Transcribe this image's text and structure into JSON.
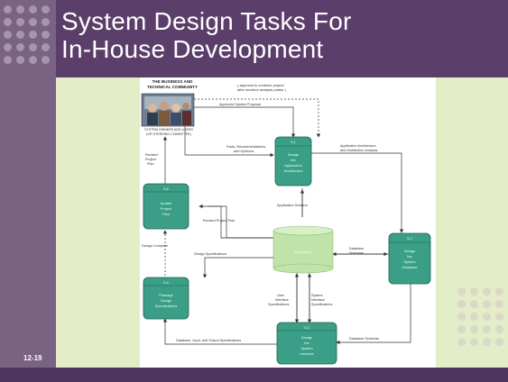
{
  "slide": {
    "title_line1": "System Design Tasks For",
    "title_line2": "In-House Development",
    "number": "12-19"
  },
  "diagram": {
    "community_title_line1": "THE BUSINESS AND",
    "community_title_line2": "TECHNICAL COMMUNITY",
    "community_caption_line1": "SYSTEM OWNERS AND USERS",
    "community_caption_line2": "(OR STEERING COMMITTEE)",
    "approval_note_line1": "( approval to continue project",
    "approval_note_line2": "after decision analysis phase )",
    "flows": {
      "approved_proposal": "Approved System Proposal",
      "facts_line1": "Facts, Recommendations,",
      "facts_line2": "and Opinions",
      "app_arch_line1": "Application Architecture",
      "app_arch_line2": "and Distribution Analysis",
      "revised_plan_line1": "Revised",
      "revised_plan_line2": "Project",
      "revised_plan_line3": "Plan",
      "revised_project_plan": "Revised Project Plan",
      "app_schema": "Application Schema",
      "design_complete": "Design Complete",
      "design_specs": "Design Specifications",
      "db_schemas_line1": "Database",
      "db_schemas_line2": "Schemas",
      "user_iface_line1": "User",
      "user_iface_line2": "Interface",
      "user_iface_line3": "Specifications",
      "sys_iface_line1": "System",
      "sys_iface_line2": "Interface",
      "sys_iface_line3": "Specifications",
      "db_io_specs": "Database, Input, and Output Specifications",
      "db_schemas_bottom": "Database Schemas"
    },
    "tasks": {
      "t1": {
        "id": "5.1",
        "line1": "Design",
        "line2": "the",
        "line3": "Application",
        "line4": "Architecture"
      },
      "t2": {
        "id": "5.2",
        "line1": "Design",
        "line2": "the",
        "line3": "System",
        "line4": "Database"
      },
      "t3": {
        "id": "5.3",
        "line1": "Design",
        "line2": "the",
        "line3": "System",
        "line4": "Interface"
      },
      "t4": {
        "id": "5.4",
        "line1": "Package",
        "line2": "Design",
        "line3": "Specifications"
      },
      "t5": {
        "id": "5.5",
        "line1": "Update",
        "line2": "Project",
        "line3": "Plan"
      }
    },
    "repository_label": "Repository"
  },
  "colors": {
    "background": "#5b3e6a",
    "side_panel": "#e3edc8",
    "task_fill": "#3b9e86",
    "task_stroke": "#1f5f50",
    "repository_fill": "#bfe3a8"
  }
}
